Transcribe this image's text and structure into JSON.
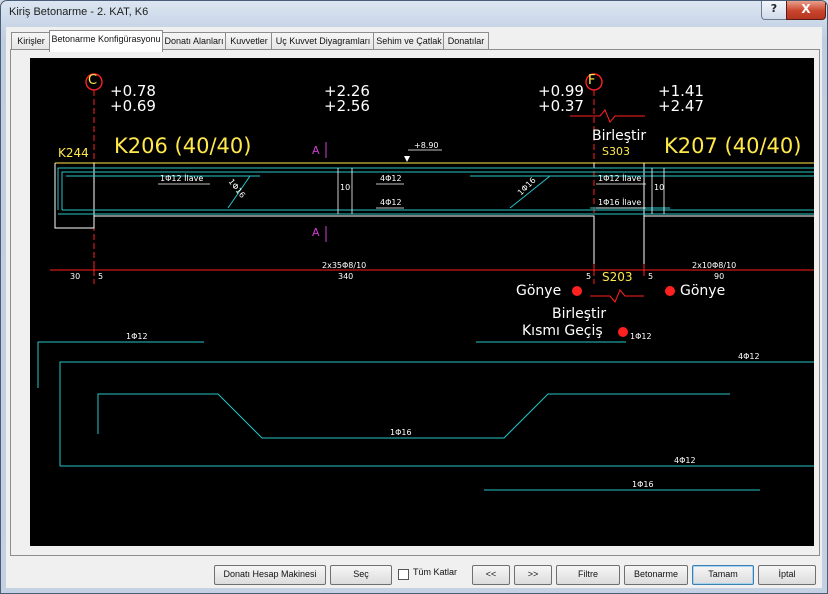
{
  "window": {
    "title": "Kiriş Betonarme - 2. KAT, K6",
    "help": "?",
    "close": "X"
  },
  "tabs": [
    "Kirişler",
    "Betonarme Konfigürasyonu",
    "Donatı Alanları",
    "Kuvvetler",
    "Uç Kuvvet Diyagramları",
    "Sehim ve Çatlak",
    "Donatılar"
  ],
  "drawing": {
    "axis_c": "C",
    "axis_f": "F",
    "elev_c_top": "+0.78",
    "elev_c_bot": "+0.69",
    "elev_mid_top": "+2.26",
    "elev_mid_bot": "+2.56",
    "elev_f_top": "+0.99",
    "elev_f_bot": "+0.37",
    "elev_right_top": "+1.41",
    "elev_right_bot": "+2.47",
    "beam_left": "K206 (40/40)",
    "beam_right": "K207 (40/40)",
    "k244": "K244",
    "birlestir_top": "Birleştir",
    "s303": "S303",
    "section_a": "A",
    "level_mark": "+8.90",
    "r_1f12_ilave": "1Φ12 İlave",
    "r_1f16_diag_left": "1Φ16",
    "r_4f12_top": "4Φ12",
    "r_4f12_bot": "4Φ12",
    "r_1f16_diag_mid": "1Φ16",
    "r_1f12_ilave_right": "1Φ12 İlave",
    "r_1f16_ilave_right": "1Φ16 İlave",
    "dim_10_left": "10",
    "dim_10_right": "10",
    "dim_30": "30",
    "dim_5_a": "5",
    "dim_stirrup_left": "2x35Φ8/10",
    "dim_340": "340",
    "dim_5_b": "5",
    "dim_5_c": "5",
    "dim_stirrup_right": "2x10Φ8/10",
    "dim_90": "90",
    "s203": "S203",
    "gonye_left": "Gönye",
    "gonye_right": "Gönye",
    "birlestir_bottom": "Birleştir",
    "kismi_gecis": "Kısmı Geçiş",
    "bar_1f12_a": "1Φ12",
    "bar_1f12_b": "1Φ12",
    "bar_4f12_a": "4Φ12",
    "bar_1f16_a": "1Φ16",
    "bar_4f12_b": "4Φ12",
    "bar_1f16_b": "1Φ16"
  },
  "buttons": {
    "calc": "Donatı Hesap Makinesi",
    "select": "Seç",
    "all_floors": "Tüm Katlar",
    "prev": "<<",
    "next": ">>",
    "filter": "Filtre",
    "reinforce": "Betonarme",
    "ok": "Tamam",
    "cancel": "İptal"
  },
  "colors": {
    "cyan": "#26c3c8",
    "yellow": "#ffe84a",
    "red": "#ff2020",
    "magenta": "#d43bd4",
    "white": "#ffffff"
  }
}
